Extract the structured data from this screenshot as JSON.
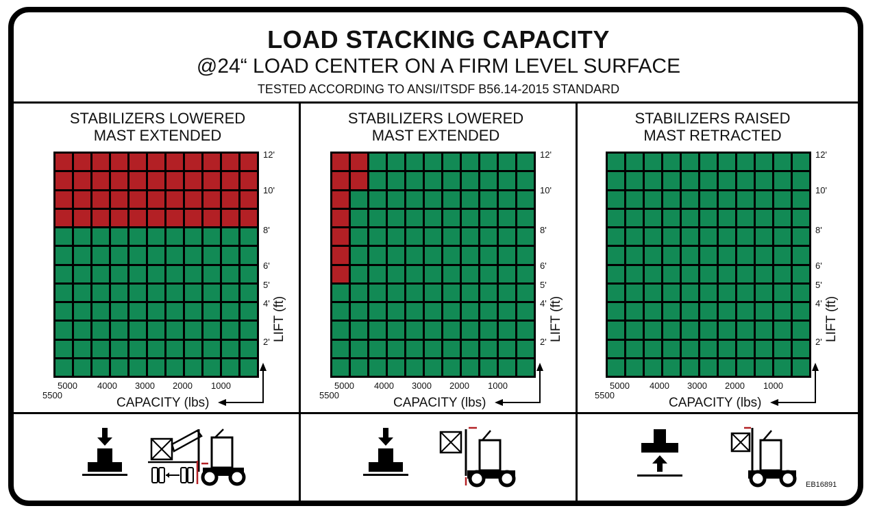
{
  "header": {
    "title": "LOAD STACKING CAPACITY",
    "subtitle": "@24“ LOAD CENTER ON A FIRM LEVEL SURFACE",
    "standard": "TESTED ACCORDING TO ANSI/ITSDF B56.14-2015 STANDARD"
  },
  "colors": {
    "safe": "#128a55",
    "unsafe": "#b32025",
    "line": "#000000"
  },
  "axis": {
    "lift_label": "LIFT (ft)",
    "capacity_label": "CAPACITY (lbs)",
    "lift_ticks": [
      "12'",
      "10'",
      "8'",
      "6'",
      "5'",
      "4'",
      "2'"
    ],
    "capacity_ticks": [
      "5000",
      "4000",
      "3000",
      "2000",
      "1000"
    ],
    "capacity_min": "5500"
  },
  "panels": [
    {
      "line1": "STABILIZERS LOWERED",
      "line2": "MAST EXTENDED",
      "unsafe_rows": [
        0,
        1,
        2,
        3
      ],
      "unsafe_cells": []
    },
    {
      "line1": "STABILIZERS LOWERED",
      "line2": "MAST EXTENDED",
      "unsafe_rows": [],
      "unsafe_cells": [
        [
          0,
          0
        ],
        [
          0,
          1
        ],
        [
          1,
          0
        ],
        [
          1,
          1
        ],
        [
          2,
          0
        ],
        [
          3,
          0
        ],
        [
          4,
          0
        ],
        [
          5,
          0
        ],
        [
          6,
          0
        ]
      ]
    },
    {
      "line1": "STABILIZERS RAISED",
      "line2": "MAST RETRACTED",
      "unsafe_rows": [],
      "unsafe_cells": []
    }
  ],
  "footer": {
    "code": "EB16891"
  },
  "icons": [
    "stabilizer-down-icon",
    "forklift-mast-extended-icon",
    "stabilizer-down-icon",
    "forklift-icon",
    "stabilizer-up-icon",
    "forklift-retracted-icon"
  ]
}
